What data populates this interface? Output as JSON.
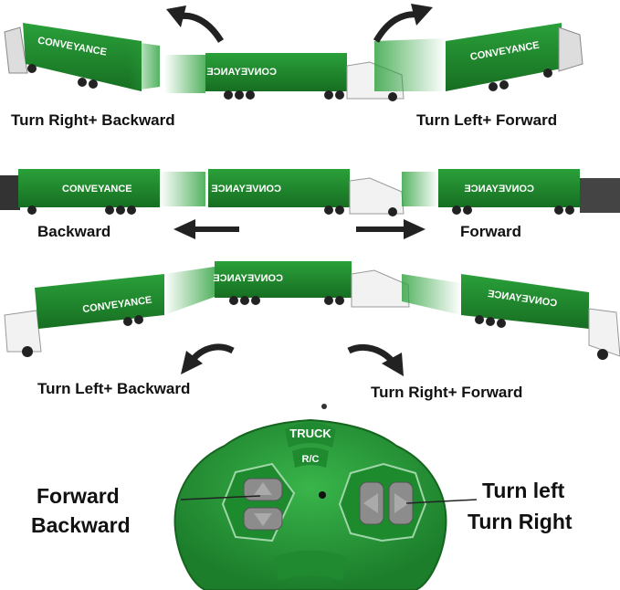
{
  "colors": {
    "truck_green": "#1e8a2e",
    "truck_green_dark": "#136b20",
    "cab_white": "#f2f2f2",
    "remote_green": "#2fa23f",
    "remote_green_dark": "#1a7a2a",
    "button_grey": "#8c8c8c"
  },
  "trailer_text": "CONVEYANCE",
  "trailer_text_mirrored": "CONVEYANCE",
  "labels": {
    "turn_right_backward": "Turn Right+ Backward",
    "turn_left_forward": "Turn Left+ Forward",
    "backward": "Backward",
    "forward": "Forward",
    "turn_left_backward": "Turn Left+ Backward",
    "turn_right_forward": "Turn Right+ Forward"
  },
  "remote": {
    "title": "TRUCK",
    "subtitle": "R/C",
    "left_stick_label_1": "Forward",
    "left_stick_label_2": "Backward",
    "right_stick_label_1": "Turn left",
    "right_stick_label_2": "Turn Right"
  },
  "icons": [
    "curved-arrow-icon",
    "straight-arrow-icon"
  ]
}
